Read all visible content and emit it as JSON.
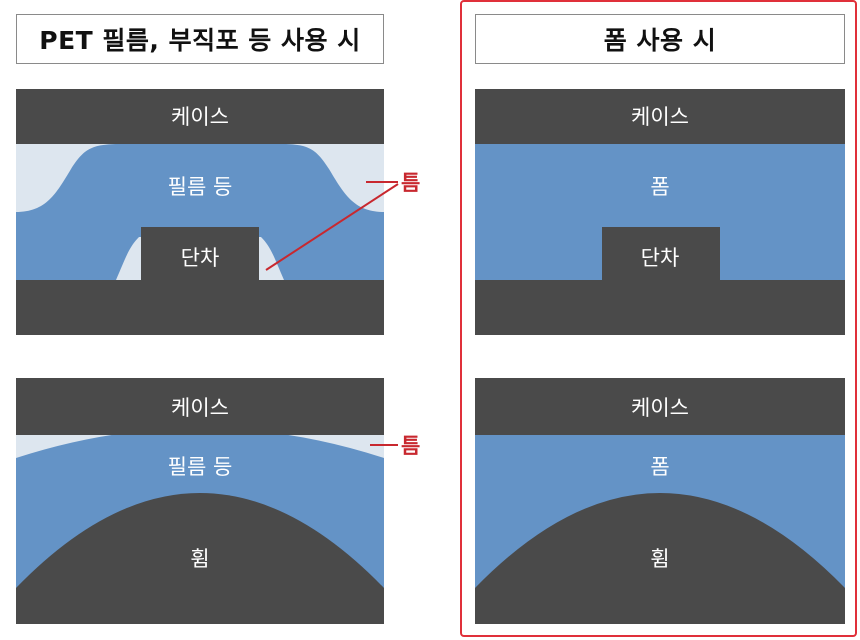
{
  "colors": {
    "case": "#4a4a4a",
    "material": "#6493c6",
    "gap": "#dde6ef",
    "step": "#4a4a4a",
    "accent": "#c8282f",
    "frame": "#e0303a"
  },
  "left": {
    "header": "PET 필름, 부직포 등 사용 시",
    "top_diagram": {
      "case": "케이스",
      "material": "필름 등",
      "step": "단차",
      "gap": "틈"
    },
    "bottom_diagram": {
      "case": "케이스",
      "material": "필름 등",
      "curve": "휨",
      "gap": "틈"
    }
  },
  "right": {
    "header": "폼 사용 시",
    "top_diagram": {
      "case": "케이스",
      "material": "폼",
      "step": "단차"
    },
    "bottom_diagram": {
      "case": "케이스",
      "material": "폼",
      "curve": "휨"
    }
  }
}
